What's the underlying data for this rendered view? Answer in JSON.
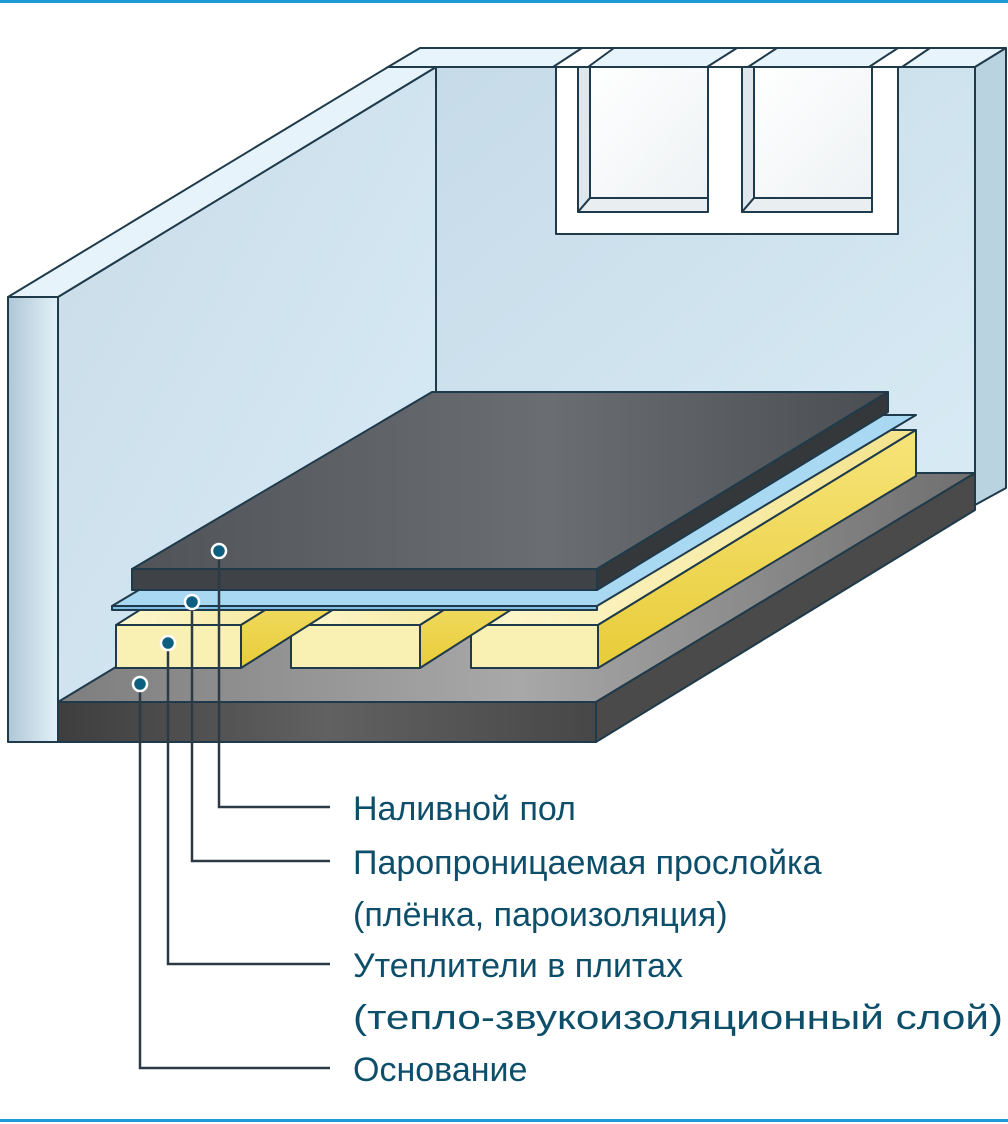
{
  "labels": {
    "screed": "Наливной пол",
    "membrane_line1": "Паропроницаемая прослойка",
    "membrane_line2": "(плёнка, пароизоляция)",
    "insulation_line1": "Утеплители в плитах",
    "insulation_line2": "(тепло-звукоизоляционный слой)",
    "base": "Основание"
  },
  "colors": {
    "frame_line": "#1e9ad6",
    "wall_face": "#cfe3ee",
    "wall_edge": "#9fbfd0",
    "outline": "#1f3a4a",
    "screed": "#555a5e",
    "membrane": "#a9d8f2",
    "insulation": "#f8f0a8",
    "base": "#8d8d8d",
    "leader": "#2b3a44",
    "marker_fill": "#0d5f80",
    "label_text": "#0d4f6a"
  }
}
